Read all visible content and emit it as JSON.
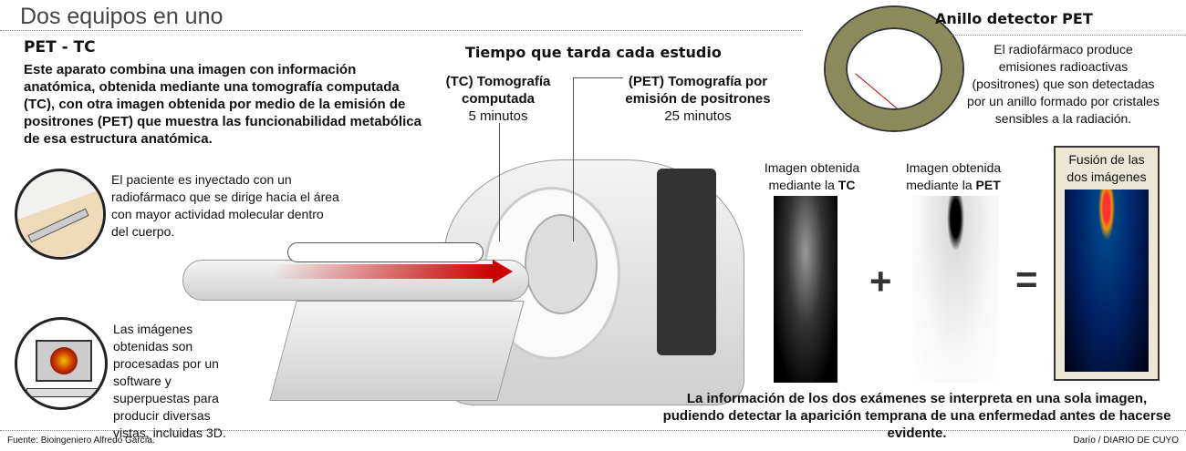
{
  "title": "Dos equipos en uno",
  "intro": {
    "heading": "PET - TC",
    "text": "Este aparato combina una imagen con información anatómica, obtenida mediante una tomografía computada (TC), con otra imagen obtenida por medio de la emisión de positrones (PET) que muestra las funcionabilidad metabólica de esa estructura anatómica."
  },
  "timing": {
    "heading": "Tiempo que tarda cada estudio",
    "tc": {
      "label": "(TC) Tomografía computada",
      "time": "5 minutos"
    },
    "pet": {
      "label": "(PET) Tomografía por emisión de positrones",
      "time": "25 minutos"
    }
  },
  "steps": {
    "injection": "El paciente es inyectado con un radiofármaco que se dirige hacia el área con mayor actividad molecular dentro del cuerpo.",
    "software": "Las imágenes obtenidas son procesadas por un software y superpuestas para producir diversas vistas, incluidas 3D."
  },
  "ring": {
    "heading": "Anillo detector PET",
    "text": "El radiofármaco produce emisiones radioactivas (positrones) que son detectadas por un anillo formado por cristales sensibles a la radiación."
  },
  "images": {
    "tc_label_a": "Imagen obtenida",
    "tc_label_b": "mediante la ",
    "tc_bold": "TC",
    "pet_label_a": "Imagen obtenida",
    "pet_label_b": "mediante la ",
    "pet_bold": "PET",
    "plus": "+",
    "equals": "=",
    "fusion": "Fusión de las dos imágenes"
  },
  "conclusion": "La información de los dos exámenes se interpreta en una sola imagen, pudiendo detectar la aparición temprana de una enfermedad antes de hacerse evidente.",
  "footer": {
    "source": "Fuente: Bioingeniero Alfredo García.",
    "credit": "Darío / DIARIO DE CUYO"
  }
}
